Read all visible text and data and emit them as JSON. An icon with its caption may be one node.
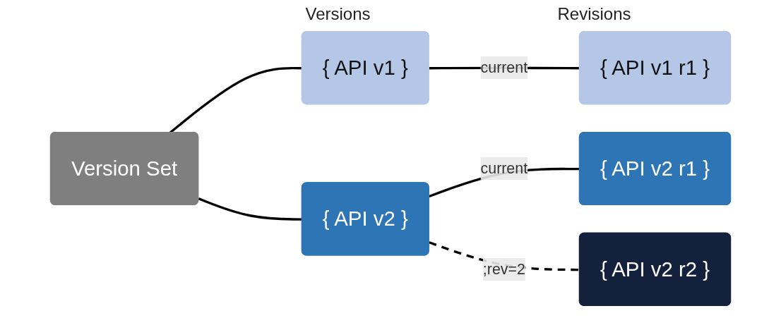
{
  "diagram": {
    "nodes": [
      {
        "text": [
          "Version Set"
        ]
      },
      {
        "text": [
          "{ API v1 }"
        ]
      },
      {
        "text": [
          "{ API v2 }"
        ]
      },
      {
        "text": [
          "{ API v1 r1 }"
        ]
      },
      {
        "text": [
          "{ API v2 r1 }"
        ]
      },
      {
        "text": [
          "{ API v2 r2 }"
        ]
      }
    ],
    "edges": [
      {
        "from": 0,
        "to": 1,
        "arrow": "none"
      },
      {
        "from": 0,
        "to": 2,
        "arrow": "none"
      },
      {
        "from": 1,
        "to": 3,
        "arrow": "none",
        "label": "current"
      },
      {
        "from": 2,
        "to": 4,
        "arrow": "none",
        "label": "current"
      },
      {
        "from": 2,
        "to": 5,
        "arrow": "none",
        "label": ";rev=2",
        "style": "dashed"
      }
    ],
    "labels": [
      "Versions",
      "Revisions"
    ]
  }
}
